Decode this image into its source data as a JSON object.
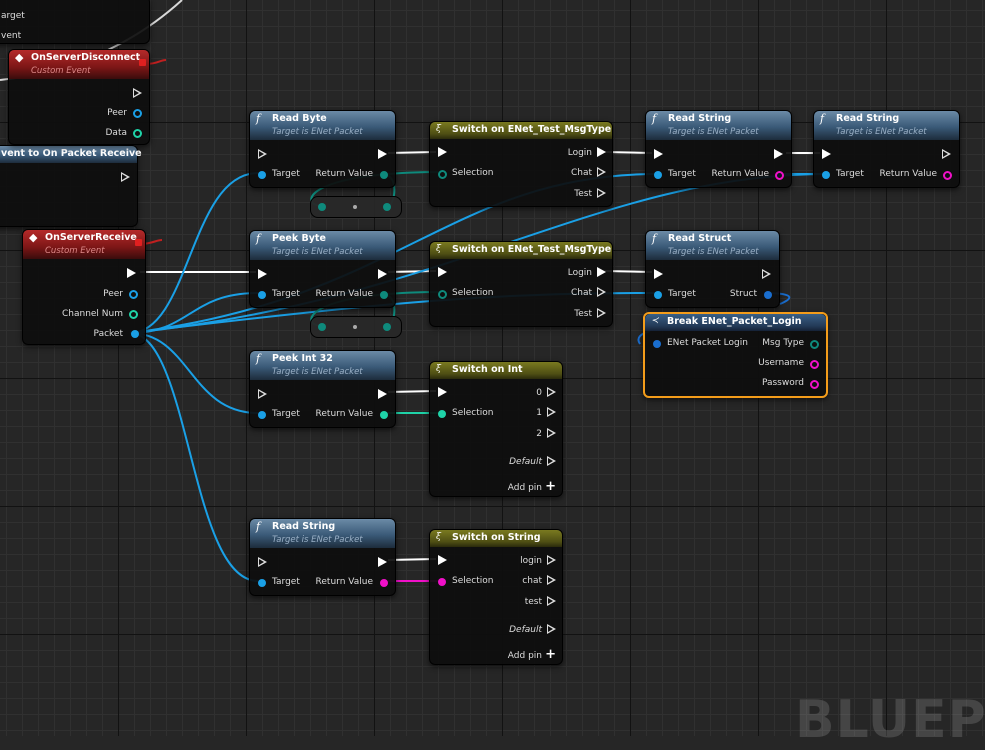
{
  "watermark": "BLUEPR",
  "partial": {
    "target": "arget",
    "event": "vent",
    "header": "vent to On Packet Receive"
  },
  "nodes": {
    "on_server_disconnect": {
      "title": "OnServerDisconnect",
      "subtitle": "Custom Event",
      "pins": [
        "Peer",
        "Data"
      ]
    },
    "on_server_receive": {
      "title": "OnServerReceive",
      "subtitle": "Custom Event",
      "pins": [
        "Peer",
        "Channel Num",
        "Packet"
      ]
    },
    "read_byte": {
      "title": "Read Byte",
      "subtitle": "Target is ENet Packet",
      "in": "Target",
      "out": "Return Value"
    },
    "peek_byte": {
      "title": "Peek Byte",
      "subtitle": "Target is ENet Packet",
      "in": "Target",
      "out": "Return Value"
    },
    "peek_int32": {
      "title": "Peek Int 32",
      "subtitle": "Target is ENet Packet",
      "in": "Target",
      "out": "Return Value"
    },
    "read_string_lower": {
      "title": "Read String",
      "subtitle": "Target is ENet Packet",
      "in": "Target",
      "out": "Return Value"
    },
    "switch_msgtype_1": {
      "title": "Switch on ENet_Test_MsgType",
      "in": "Selection",
      "outs": [
        "Login",
        "Chat",
        "Test"
      ]
    },
    "switch_msgtype_2": {
      "title": "Switch on ENet_Test_MsgType",
      "in": "Selection",
      "outs": [
        "Login",
        "Chat",
        "Test"
      ]
    },
    "switch_int": {
      "title": "Switch on Int",
      "in": "Selection",
      "outs": [
        "0",
        "1",
        "2"
      ],
      "default": "Default",
      "add": "Add pin"
    },
    "switch_string": {
      "title": "Switch on String",
      "in": "Selection",
      "outs": [
        "login",
        "chat",
        "test"
      ],
      "default": "Default",
      "add": "Add pin"
    },
    "read_string_a": {
      "title": "Read String",
      "subtitle": "Target is ENet Packet",
      "in": "Target",
      "out": "Return Value"
    },
    "read_string_b": {
      "title": "Read String",
      "subtitle": "Target is ENet Packet",
      "in": "Target",
      "out": "Return Value"
    },
    "read_struct": {
      "title": "Read Struct",
      "subtitle": "Target is ENet Packet",
      "in": "Target",
      "out": "Struct"
    },
    "break_login": {
      "title": "Break ENet_Packet_Login",
      "in": "ENet Packet Login",
      "outs": [
        "Msg Type",
        "Username",
        "Password"
      ]
    }
  },
  "colors": {
    "exec": "#ffffff",
    "object": "#1aa0e6",
    "byte": "#0e8a7c",
    "int": "#1fd3a8",
    "string": "#f010c8",
    "struct": "#1a6ecf",
    "selected": "#f39c1a"
  }
}
